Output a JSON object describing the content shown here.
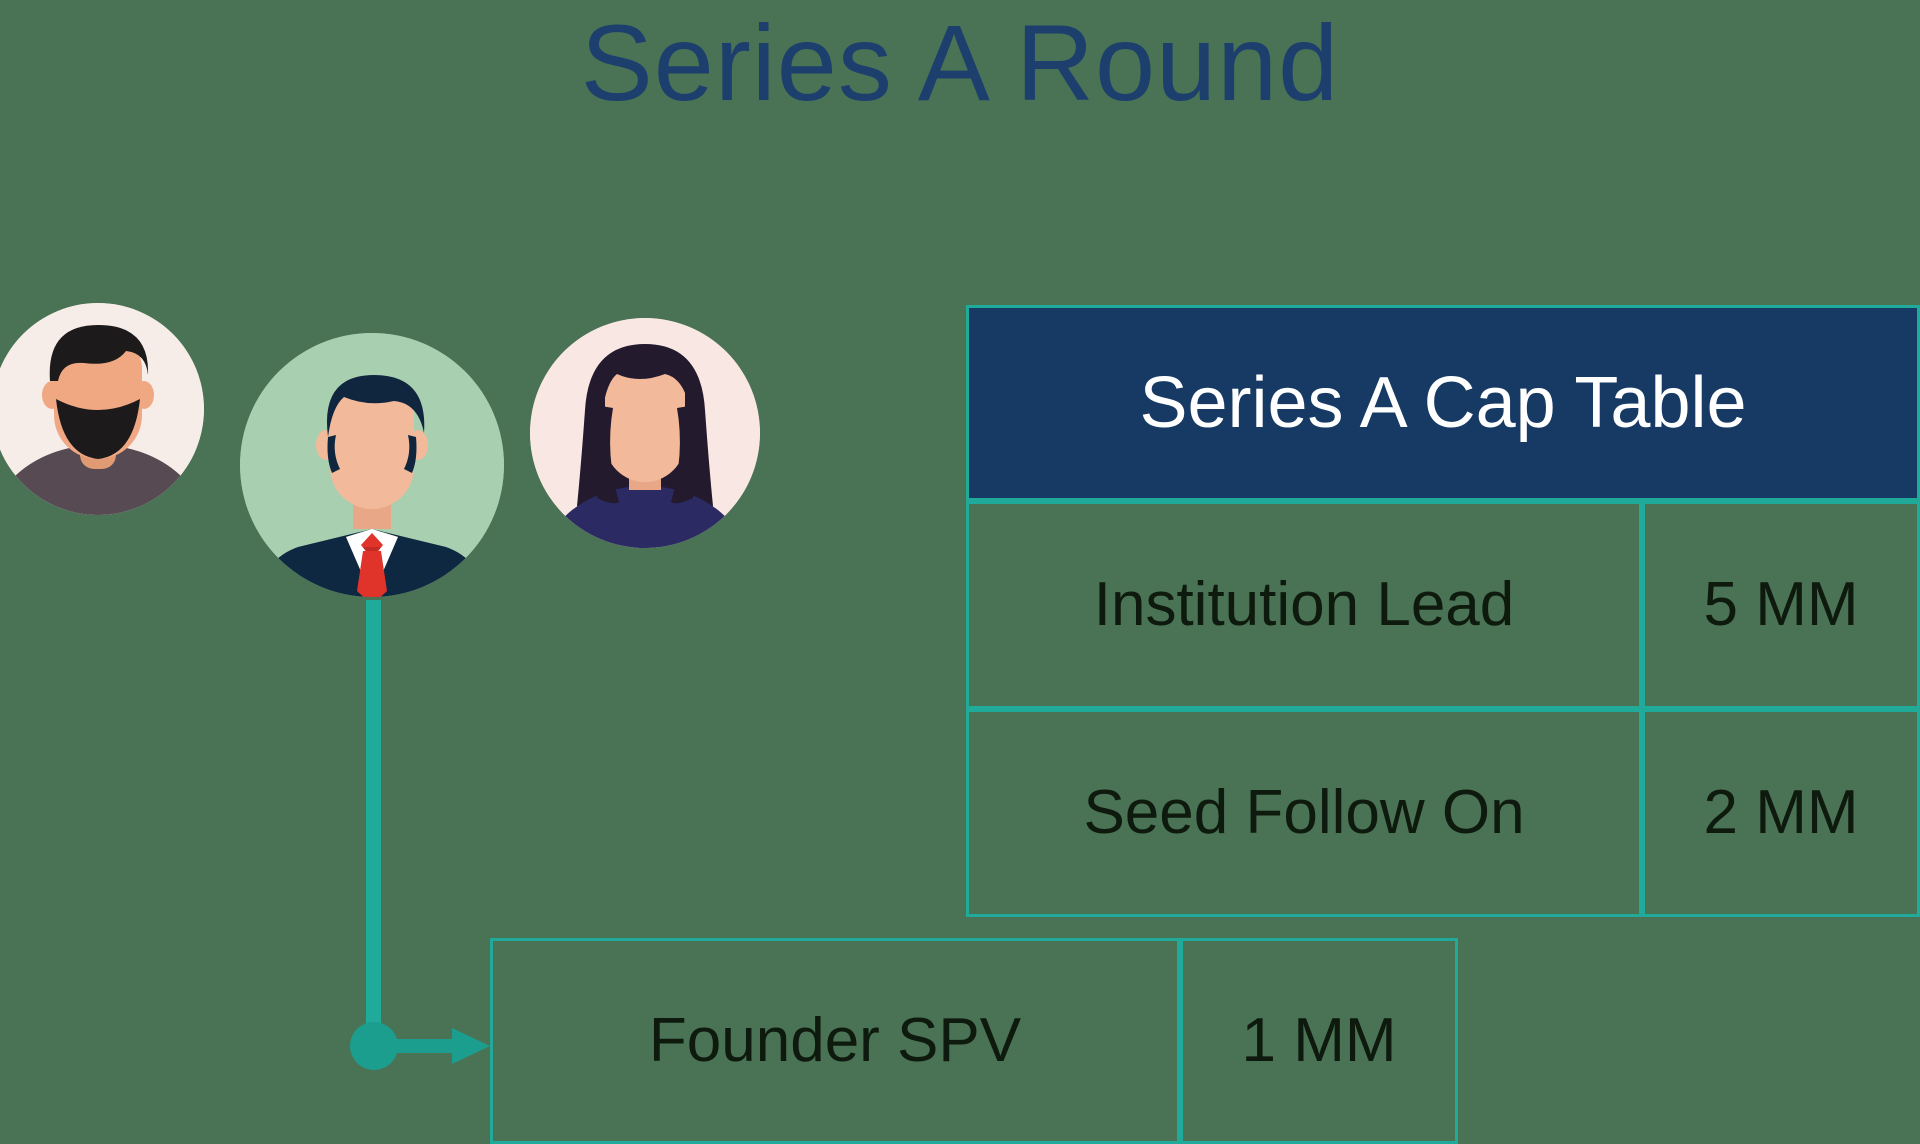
{
  "slide": {
    "title": "Series A Round",
    "background_color": "#4a7254",
    "title_color": "#1d3f6e",
    "accent_color": "#1faa99",
    "header_color": "#163a63"
  },
  "people": [
    {
      "name": "investor-avatar-bearded-man",
      "circle_color": "#f6ece8",
      "skin_color": "#efa882",
      "hair_color": "#1d1a1c",
      "clothing_color": "#574a52"
    },
    {
      "name": "founder-avatar-suited-man",
      "circle_color": "#a7cfb0",
      "skin_color": "#f2b99b",
      "hair_color": "#10263f",
      "clothing_color": "#0f2841",
      "tie_color": "#e0342b",
      "shirt_color": "#ffffff"
    },
    {
      "name": "investor-avatar-long-hair-woman",
      "circle_color": "#f8e7e3",
      "skin_color": "#f2b99b",
      "hair_color": "#241a2e",
      "clothing_color": "#2b2a63"
    }
  ],
  "cap_table": {
    "header": "Series A Cap Table",
    "rows": [
      {
        "label": "Institution Lead",
        "value": "5 MM"
      },
      {
        "label": "Seed Follow On",
        "value": "2 MM"
      }
    ]
  },
  "founder_entry": {
    "label": "Founder SPV",
    "value": "1 MM"
  },
  "connector": {
    "node_icon": "connector-node-dot",
    "arrow_icon": "arrow-right-icon"
  }
}
